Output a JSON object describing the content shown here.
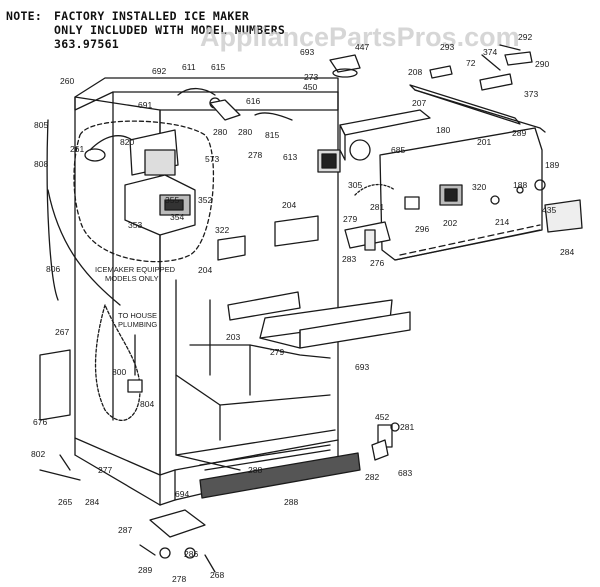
{
  "note": {
    "label": "NOTE:",
    "lines": [
      "FACTORY INSTALLED ICE MAKER",
      "ONLY INCLUDED WITH MODEL NUMBERS",
      "363.97561"
    ]
  },
  "watermark": "AppliancePartsPros.com",
  "annotations": {
    "icemaker": [
      "ICEMAKER EQUIPPED",
      "MODELS ONLY"
    ],
    "plumbing": [
      "TO HOUSE",
      "PLUMBING"
    ]
  },
  "callouts": [
    "260",
    "805",
    "808",
    "806",
    "261",
    "820",
    "355",
    "352",
    "354",
    "353",
    "573",
    "322",
    "204",
    "267",
    "800",
    "804",
    "676",
    "802",
    "277",
    "265",
    "284",
    "694",
    "692",
    "611",
    "615",
    "691",
    "616",
    "280",
    "815",
    "613",
    "280",
    "278",
    "273",
    "450",
    "447",
    "693",
    "292",
    "293",
    "374",
    "208",
    "72",
    "290",
    "373",
    "207",
    "289",
    "180",
    "201",
    "685",
    "305",
    "320",
    "188",
    "189",
    "435",
    "281",
    "296",
    "202",
    "214",
    "284",
    "204",
    "279",
    "283",
    "276",
    "203",
    "693",
    "279",
    "452",
    "281",
    "282",
    "683",
    "288",
    "288",
    "287",
    "286",
    "289",
    "278",
    "268"
  ],
  "colors": {
    "ink": "#1a1a1a",
    "background": "#ffffff",
    "watermark": "#cfcfcf"
  }
}
